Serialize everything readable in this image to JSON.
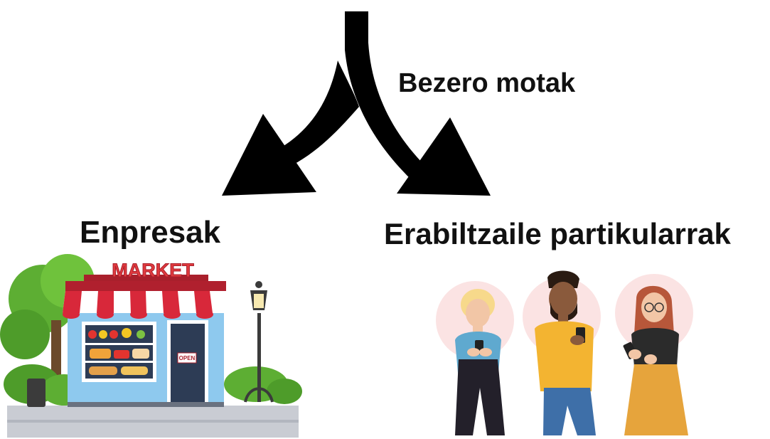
{
  "diagram": {
    "title": "Bezero motak",
    "branches": [
      {
        "label": "Enpresak",
        "illustration": "market-shop-illustration"
      },
      {
        "label": "Erabiltzaile partikularrak",
        "illustration": "people-with-phones-illustration"
      }
    ]
  },
  "shop": {
    "sign": "MARKET",
    "door_sign": "OPEN"
  },
  "colors": {
    "arrow": "#000000",
    "awning_red": "#d8283a",
    "shop_wall": "#8ec9ee",
    "sign_text": "#e03a3e",
    "tree": "#5dae33",
    "text": "#111111"
  }
}
